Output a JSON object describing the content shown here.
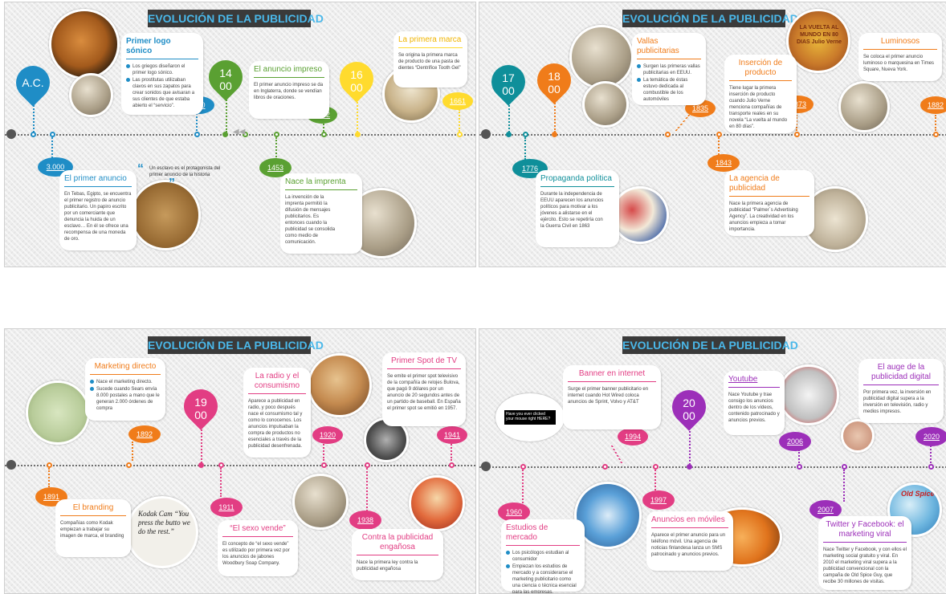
{
  "slide_title": {
    "prefix": "EVOLUCIÓN DE",
    "highlight": "LA PUBLICIDAD"
  },
  "colors": {
    "blue": "#1f8dc6",
    "green": "#5aa032",
    "yellow": "#ffdb2e",
    "orange": "#f07c1a",
    "teal": "#0f8f9a",
    "pink": "#e23d83",
    "purple": "#9c2fb9"
  },
  "s1": {
    "pins": [
      "A.C.",
      "14\n00",
      "16\n00"
    ],
    "badges": [
      "750",
      "1472",
      "1661",
      "3.000",
      "1453"
    ],
    "logo": {
      "title": "Primer logo sónico",
      "items": [
        "Los griegos diseñaron el primer logo sónico.",
        "Las prostitutas utilizaban clavos en sus zapatos para crear sonidos que avisaran a sus clientes de que estaba abierto el “servicio”."
      ]
    },
    "impreso": {
      "title": "El anuncio impreso",
      "text": "El primer anuncio impreso se da en Inglaterra, donde se vendían libros de oraciones."
    },
    "marca": {
      "title": "La primera marca",
      "text": "Se origina la primera marca de producto de una pasta de dientes “Dentrifice Tooth Gel”"
    },
    "primer": {
      "title": "El primer anuncio",
      "text": "En Tebas, Egipto, se encuentra el primer registro de anuncio publicitario. Un papiro escrito por un comerciante que denuncia la huida de un esclavo… En él se ofrece una recompensa de una moneda de oro."
    },
    "quote": "Un esclavo es el protagonista del primer anuncio de la historia",
    "imprenta": {
      "title": "Nace la imprenta",
      "text": "La invención de la imprenta permitió la difusión de mensajes publicitarios. Es entonces cuando la publicidad se consolida como medio de comunicación."
    }
  },
  "s2": {
    "pins": [
      "17\n00",
      "18\n00"
    ],
    "badges": [
      "1835",
      "1873",
      "1882",
      "1776",
      "1843"
    ],
    "vallas": {
      "title": "Vallas publicitarias",
      "items": [
        "Surgen las primeras vallas publicitarias en EEUU.",
        "La temática de éstas estuvo dedicada al combustible de los automóviles"
      ]
    },
    "insercion": {
      "title": "Inserción de producto",
      "text": "Tiene lugar la primera inserción de producto cuando Julio Verne menciona compañías de transporte reales en su novela “La vuelta al mundo en 80 días”."
    },
    "luminosos": {
      "title": "Luminosos",
      "text": "Se coloca el primer anuncio luminoso o marquesina en Times Square, Nueva York."
    },
    "politica": {
      "title": "Propaganda política",
      "text": "Durante la independencia de EEUU aparecen los anuncios políticos para motivar a los jóvenes a alistarse en el ejército. Esto se repetiría con la Guerra Civil en 1863"
    },
    "agencia": {
      "title": "La agencia de publicidad",
      "text": "Nace la primera agencia de publicidad “Palmer´s Advertising Agency”. La creatividad en los anuncios empieza a tomar importancia."
    },
    "book": "LA VUELTA AL MUNDO EN 80 DIAS Julio Verne"
  },
  "s3": {
    "pins": [
      "19\n00"
    ],
    "badges": [
      "1892",
      "1920",
      "1941",
      "1891",
      "1911",
      "1938"
    ],
    "directo": {
      "title": "Marketing directo",
      "items": [
        "Nace el marketing directo.",
        "Sucede cuando Sears envía 8.000 postales a mano que le generan 2.000 órdenes de compra"
      ]
    },
    "radio": {
      "title": "La radio y el consumismo",
      "text": "Aparece a publicidad en radio, y poco después nace el consumismo tal y como lo conocemos. Los anuncios impulsaban la compra de productos no esenciales a través de la publicidad desenfrenada."
    },
    "tv": {
      "title": "Primer Spot de TV",
      "text": "Se emite el primer spot televisivo de la compañía de relojes Bulova, que pagó 9 dólares por un anuncio de 20 segundos antes de un partido de baseball. En España el primer spot se emitió en 1957."
    },
    "branding": {
      "title": "El branding",
      "text": "Compañías como Kodak empiezan a trabajar su imagen de marca, el branding"
    },
    "sexo": {
      "title": "“El sexo vende”",
      "text": "El concepto de “el sexo vende” es utilizado por primera vez por los anuncios de jabones Woodbury Soap Company."
    },
    "enganosa": {
      "title": "Contra la publicidad engañosa",
      "text": "Nace la primera ley contra la publicidad engañosa"
    },
    "kodak": "Kodak Cam “You press the butto we do the rest.”"
  },
  "s4": {
    "pins": [
      "20\n00"
    ],
    "badges": [
      "1994",
      "2006",
      "2020",
      "1960",
      "1997",
      "2007"
    ],
    "banner": {
      "title": "Banner en internet",
      "text": "Surge el primer banner publicitario en internet cuando Hot Wired coloca anuncios de Sprint, Volvo y AT&T"
    },
    "banner_img": "Have you ever clicked your mouse right HERE?",
    "youtube": {
      "title": "Youtube",
      "text": "Nace Youtube y trae consigo los anuncios dentro de los vídeos, contenido patrocinado y anuncios previos."
    },
    "digital": {
      "title": "El auge de la publicidad digital",
      "text": "Por primera vez, la inversión en publicidad digital supera a la inversión en televisión, radio y medios impresos."
    },
    "estudios": {
      "title": "Estudios de mercado",
      "items": [
        "Los psicólogos estudian al consumidor",
        "Empiezan los estudios de mercado y a considerarse el marketing publicitario como una ciencia o técnica esencial para las empresas."
      ]
    },
    "moviles": {
      "title": "Anuncios en móviles",
      "text": "Aparece el primer anuncio para un teléfono móvil. Una agencia de noticias finlandesa lanza un SMS patrocinado y anuncios previos."
    },
    "twitter": {
      "title": "Twitter y Facebook: el marketing viral",
      "text": "Nace Twitter y Facebook, y con ellos el marketing social gratuito y viral. En 2010 el marketing viral supera a la publicidad convencional con la campaña de Old Spice Guy, que recibe 30 millones de visitas."
    },
    "oldspice": "Old Spice"
  }
}
